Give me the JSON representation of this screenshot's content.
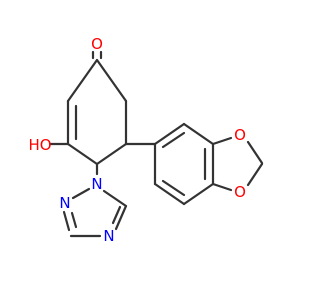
{
  "molecule": {
    "atoms": {
      "carbonyl_oxygen": "O",
      "hydroxyl": "HO",
      "triazole_n1": "N",
      "triazole_n2": "N",
      "triazole_n4": "N",
      "dioxole_o1": "O",
      "dioxole_o3": "O"
    },
    "colors": {
      "bond": "#333333",
      "oxygen": "#ff0000",
      "nitrogen": "#0000ff"
    }
  }
}
